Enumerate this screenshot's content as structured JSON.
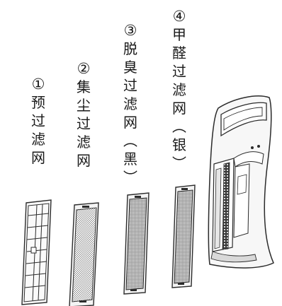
{
  "filters": [
    {
      "number": "①",
      "chars": [
        "预",
        "过",
        "滤",
        "网"
      ]
    },
    {
      "number": "②",
      "chars": [
        "集",
        "尘",
        "过",
        "滤",
        "网"
      ]
    },
    {
      "number": "③",
      "chars": [
        "脱",
        "臭",
        "过",
        "滤",
        "网",
        "︵",
        "黑",
        "︶"
      ]
    },
    {
      "number": "④",
      "chars": [
        "甲",
        "醛",
        "过",
        "滤",
        "网",
        "︵",
        "银",
        "︶"
      ]
    }
  ],
  "colors": {
    "outline": "#2b2b2b",
    "mesh": "#8a8a8a",
    "panel": "#f4f4f4"
  },
  "icons": [
    "pre-filter-panel",
    "dust-filter-panel",
    "deodorizing-filter-panel",
    "formaldehyde-filter-panel",
    "air-purifier-unit"
  ]
}
